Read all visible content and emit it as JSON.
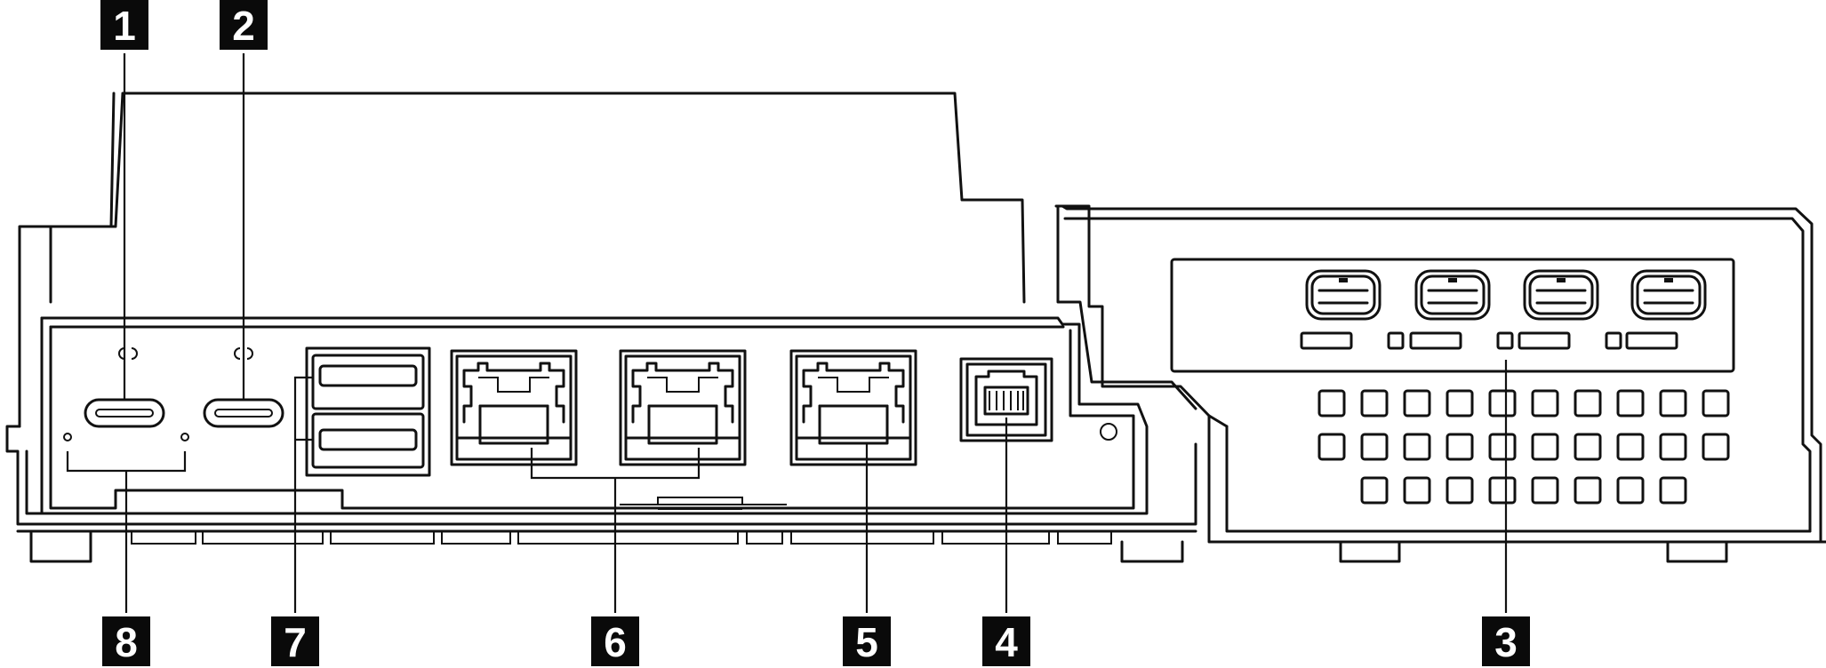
{
  "diagram": {
    "background": "#ffffff",
    "stroke_color": "#111111",
    "badge_color": "#0a0a0a",
    "badge_text_color": "#ffffff",
    "callouts": [
      {
        "label": "1",
        "target": "usb-c-port-left"
      },
      {
        "label": "2",
        "target": "usb-c-port-right"
      },
      {
        "label": "3",
        "target": "expansion-card-ports"
      },
      {
        "label": "4",
        "target": "display-connector"
      },
      {
        "label": "5",
        "target": "single-ethernet-port"
      },
      {
        "label": "6",
        "target": "dual-ethernet-ports"
      },
      {
        "label": "7",
        "target": "usb-a-ports"
      },
      {
        "label": "8",
        "target": "led-indicators"
      }
    ]
  }
}
